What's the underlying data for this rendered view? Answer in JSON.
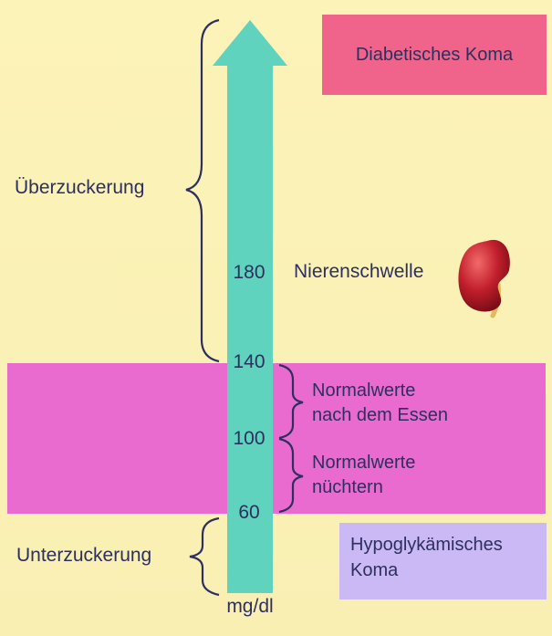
{
  "labels": {
    "coma_top": "Diabetisches Koma",
    "ueberzuckerung": "Überzuckerung",
    "nierenschwelle": "Nierenschwelle",
    "normal_after_1": "Normalwerte",
    "normal_after_2": "nach dem Essen",
    "normal_fasting_1": "Normalwerte",
    "normal_fasting_2": "nüchtern",
    "unterzuckerung": "Unterzuckerung",
    "coma_bottom_1": "Hypoglykämisches",
    "coma_bottom_2": "Koma",
    "unit": "mg/dl"
  },
  "scale": {
    "v180": "180",
    "v140": "140",
    "v100": "100",
    "v60": "60"
  },
  "colors": {
    "background": "#fbf1b4",
    "arrow": "#5fd3bd",
    "normal_band": "#ea6bd0",
    "coma_top_box": "#f0648b",
    "coma_bottom_box": "#cbb9f5",
    "text": "#2d2f5e",
    "kidney": "#c21f2c"
  },
  "icons": [
    "kidney-icon"
  ]
}
